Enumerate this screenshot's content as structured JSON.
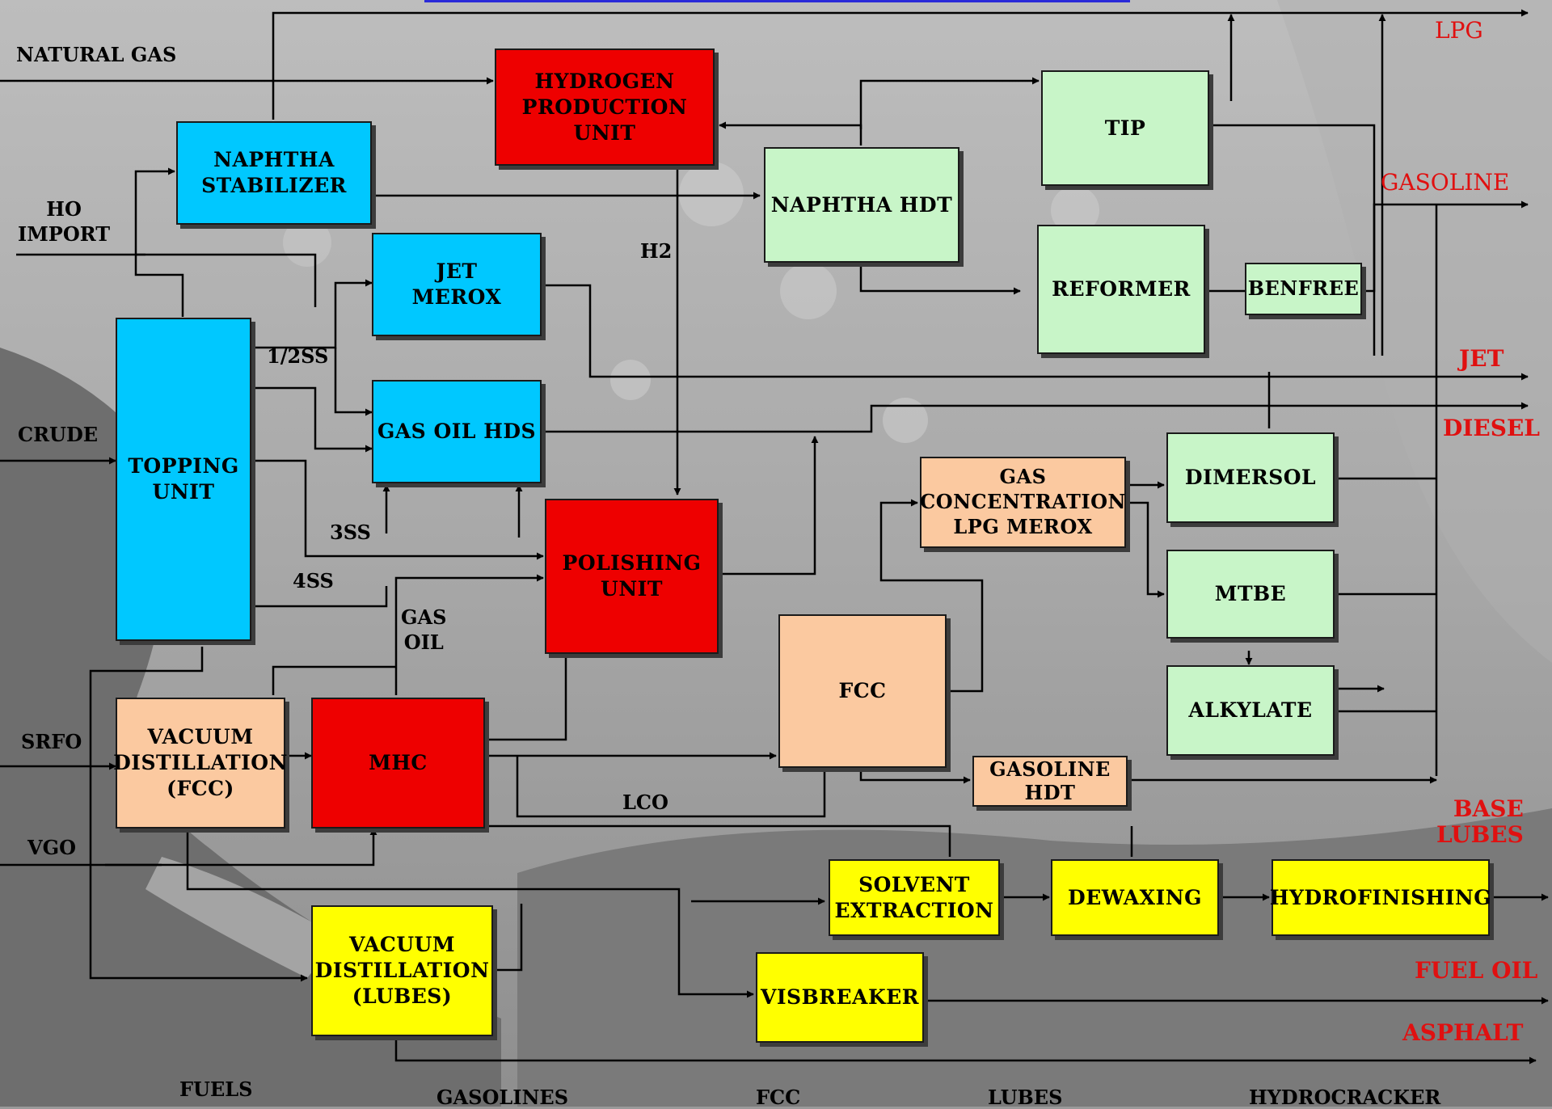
{
  "colors": {
    "blue": "#00c8ff",
    "red": "#ee0000",
    "peach": "#fbc9a0",
    "light_green": "#c8f5c8",
    "yellow": "#ffff00",
    "output_text": "#e01010"
  },
  "units": {
    "hydrogen": "HYDROGEN\nPRODUCTION\nUNIT",
    "naphtha_stab": "NAPHTHA\nSTABILIZER",
    "jet_merox": "JET\nMEROX",
    "gas_oil_hds": "GAS OIL HDS",
    "topping": "TOPPING\nUNIT",
    "naphtha_hdt": "NAPHTHA HDT",
    "tip": "TIP",
    "reformer": "REFORMER",
    "benfree": "BENFREE",
    "polishing": "POLISHING\nUNIT",
    "gas_conc": "GAS\nCONCENTRATION\nLPG MEROX",
    "dimersol": "DIMERSOL",
    "mtbe": "MTBE",
    "alkylate": "ALKYLATE",
    "fcc": "FCC",
    "gasoline_hdt": "GASOLINE\nHDT",
    "vac_fcc": "VACUUM\nDISTILLATION\n(FCC)",
    "mhc": "MHC",
    "vac_lubes": "VACUUM\nDISTILLATION\n(LUBES)",
    "solvent": "SOLVENT\nEXTRACTION",
    "dewaxing": "DEWAXING",
    "hydrofinishing": "HYDROFINISHING",
    "visbreaker": "VISBREAKER"
  },
  "inputs": {
    "natural_gas": "NATURAL GAS",
    "ho_import": "HO\nIMPORT",
    "crude": "CRUDE",
    "srfo": "SRFO",
    "vgo": "VGO"
  },
  "stream_labels": {
    "h2": "H2",
    "half_2ss": "1/2SS",
    "ss3": "3SS",
    "ss4": "4SS",
    "gas_oil": "GAS\nOIL",
    "lco": "LCO"
  },
  "outputs": {
    "lpg": "LPG",
    "gasoline": "GASOLINE",
    "jet": "JET",
    "diesel": "DIESEL",
    "base_lubes": "BASE\nLUBES",
    "fuel_oil": "FUEL OIL",
    "asphalt": "ASPHALT"
  },
  "sections": {
    "fuels": "FUELS",
    "gasolines": "GASOLINES",
    "fcc": "FCC",
    "lubes": "LUBES",
    "hydrocracker": "HYDROCRACKER"
  }
}
